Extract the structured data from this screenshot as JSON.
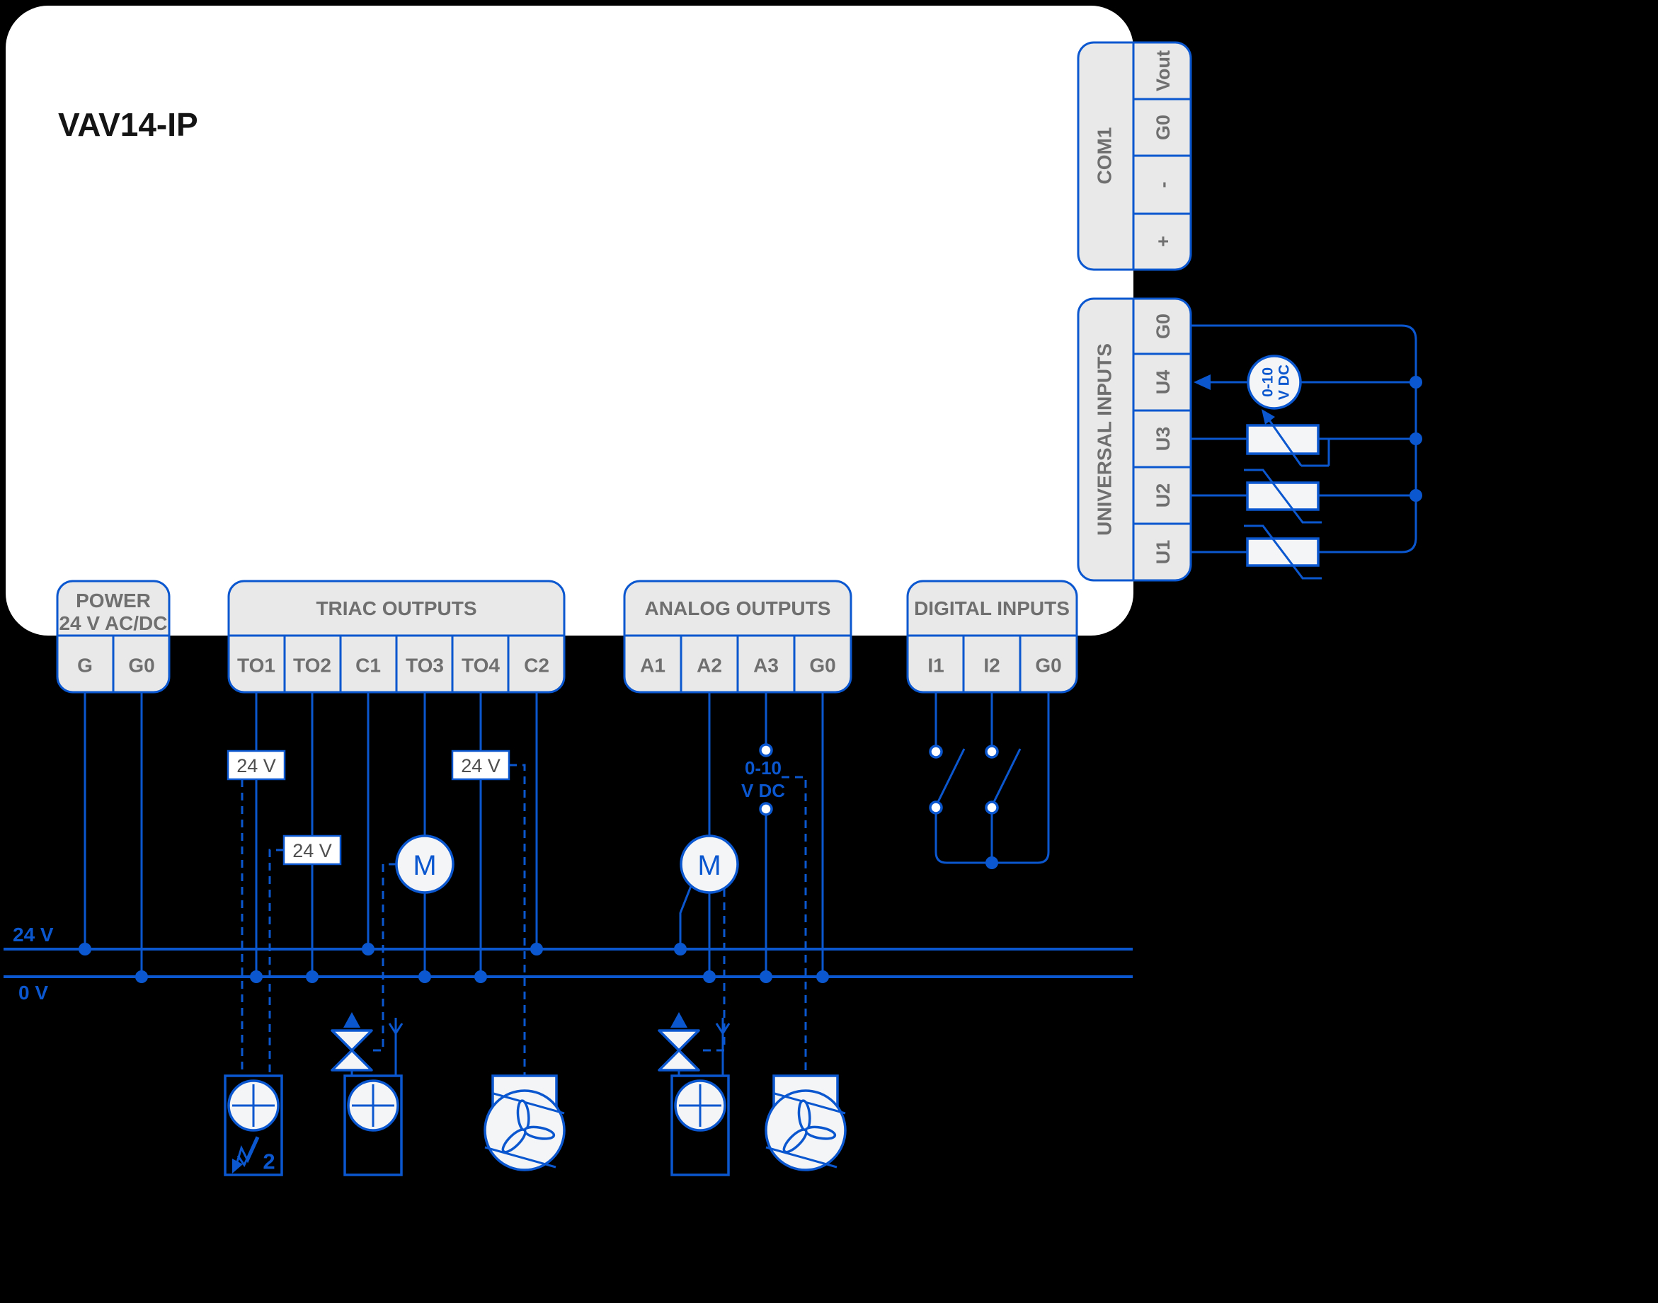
{
  "title": "VAV14-IP",
  "com1": {
    "label": "COM1",
    "terminals": [
      "Vout",
      "G0",
      "-",
      "+"
    ]
  },
  "universal": {
    "label": "UNIVERSAL INPUTS",
    "terminals": [
      "G0",
      "U4",
      "U3",
      "U2",
      "U1"
    ]
  },
  "power": {
    "header_line1": "POWER",
    "header_line2": "24 V AC/DC",
    "terminals": [
      "G",
      "G0"
    ]
  },
  "triac": {
    "label": "TRIAC OUTPUTS",
    "terminals": [
      "TO1",
      "TO2",
      "C1",
      "TO3",
      "TO4",
      "C2"
    ]
  },
  "analog": {
    "label": "ANALOG OUTPUTS",
    "terminals": [
      "A1",
      "A2",
      "A3",
      "G0"
    ]
  },
  "digital": {
    "label": "DIGITAL INPUTS",
    "terminals": [
      "I1",
      "I2",
      "G0"
    ]
  },
  "labels": {
    "bus_24v": "24 V",
    "bus_0v": "0 V",
    "supply_box": "24 V",
    "motor": "M",
    "analog_signal_line1": "0-10",
    "analog_signal_line2": "V DC",
    "u4_sensor_line1": "0-10",
    "u4_sensor_line2": "V DC",
    "actuator_mode": "2"
  },
  "colors": {
    "wire_blue": "#0b57d0",
    "block_fill": "#e9e9e9",
    "label_gray": "#6f6f6f",
    "body_white": "#ffffff",
    "background": "#000000"
  }
}
